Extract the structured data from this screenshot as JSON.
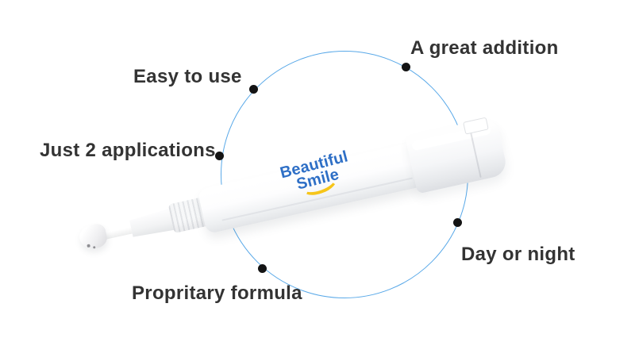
{
  "brand": {
    "line1": "Beautiful",
    "line2": "Smile"
  },
  "features": [
    {
      "id": "great-addition",
      "label": "A great addition"
    },
    {
      "id": "easy-to-use",
      "label": "Easy to use"
    },
    {
      "id": "just-2-applications",
      "label": "Just 2 applications"
    },
    {
      "id": "propritary-formula",
      "label": "Propritary formula"
    },
    {
      "id": "day-or-night",
      "label": "Day or night"
    }
  ],
  "colors": {
    "circle": "#58a8e8",
    "dot": "#141414",
    "text": "#333333",
    "logo_blue": "#2e6fc6",
    "smile_yellow": "#f6c51a"
  }
}
